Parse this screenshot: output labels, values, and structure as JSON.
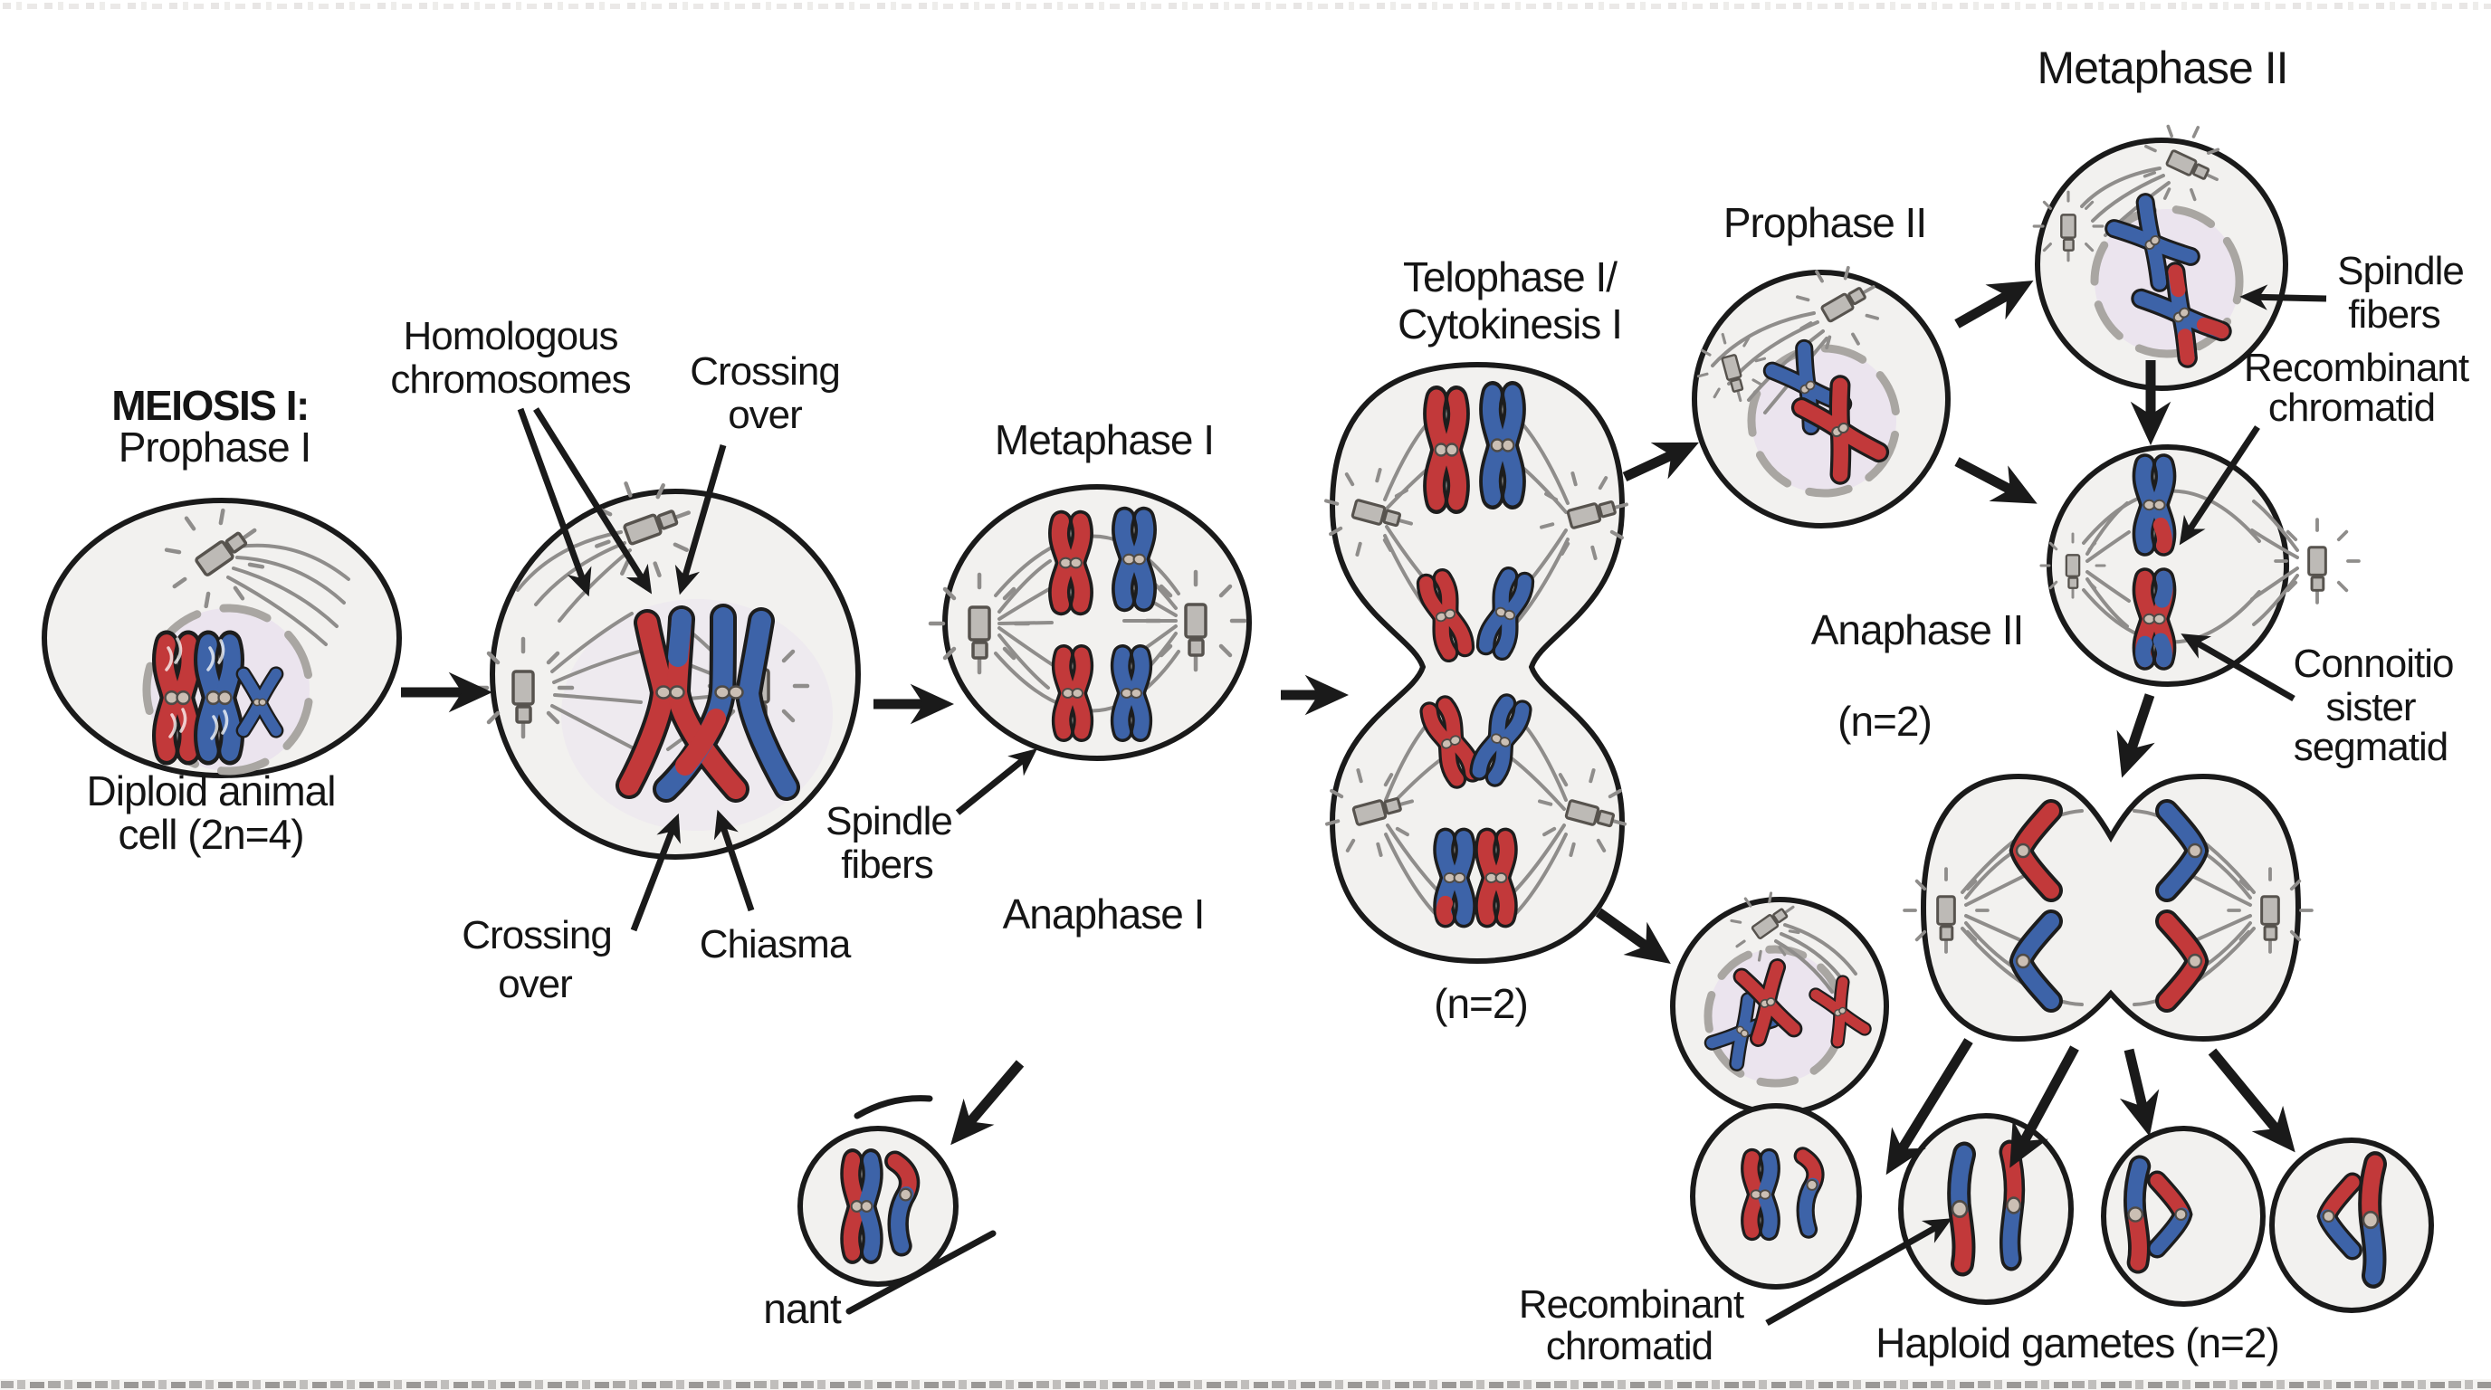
{
  "figure_type": "meiosis-stages-diagram",
  "labels": {
    "meiosis1": [
      "MEIOSIS I:",
      "Prophase I"
    ],
    "diploid": [
      "Diploid animal",
      "cell (2n=4)"
    ],
    "homologous": [
      "Homologous",
      "chromosomes"
    ],
    "crossing_top": [
      "Crossing",
      "over"
    ],
    "metaphase1": "Metaphase I",
    "anaphase1": "Anaphase I",
    "spindle_left": [
      "Spindle",
      "fibers"
    ],
    "crossing_bottom": [
      "Crossing",
      "over"
    ],
    "chiasma": "Chiasma",
    "telophase1": [
      "Telophase I/",
      "Cytokinesis I"
    ],
    "n2_telophase": "(n=2)",
    "prophase2": "Prophase II",
    "metaphase2": "Metaphase II",
    "spindle_right": [
      "Spindle",
      "fibers"
    ],
    "recombinant_right": [
      "Recombinant",
      "chromatid"
    ],
    "anaphase2": "Anaphase II",
    "n2_anaphase": "(n=2)",
    "connoitio": [
      "Connoitio",
      "sister",
      "segmatid"
    ],
    "recombinant_bottom": [
      "Recombinant",
      "chromatid"
    ],
    "haploid_gametes": "Haploid gametes (n=2)",
    "partial_fragment": "nant"
  },
  "colors": {
    "red": "#c2393a",
    "blue": "#3d63a8",
    "ink": "#1a1a1a",
    "label": "#151515",
    "cell_fill": "#f2f1ef",
    "cell_stroke": "#1a1a1a",
    "nucleus": "#ebe4ee",
    "fiber": "#8f8d8b",
    "envelope": "#a9a6a2",
    "centromere": "#cbbfb4"
  }
}
